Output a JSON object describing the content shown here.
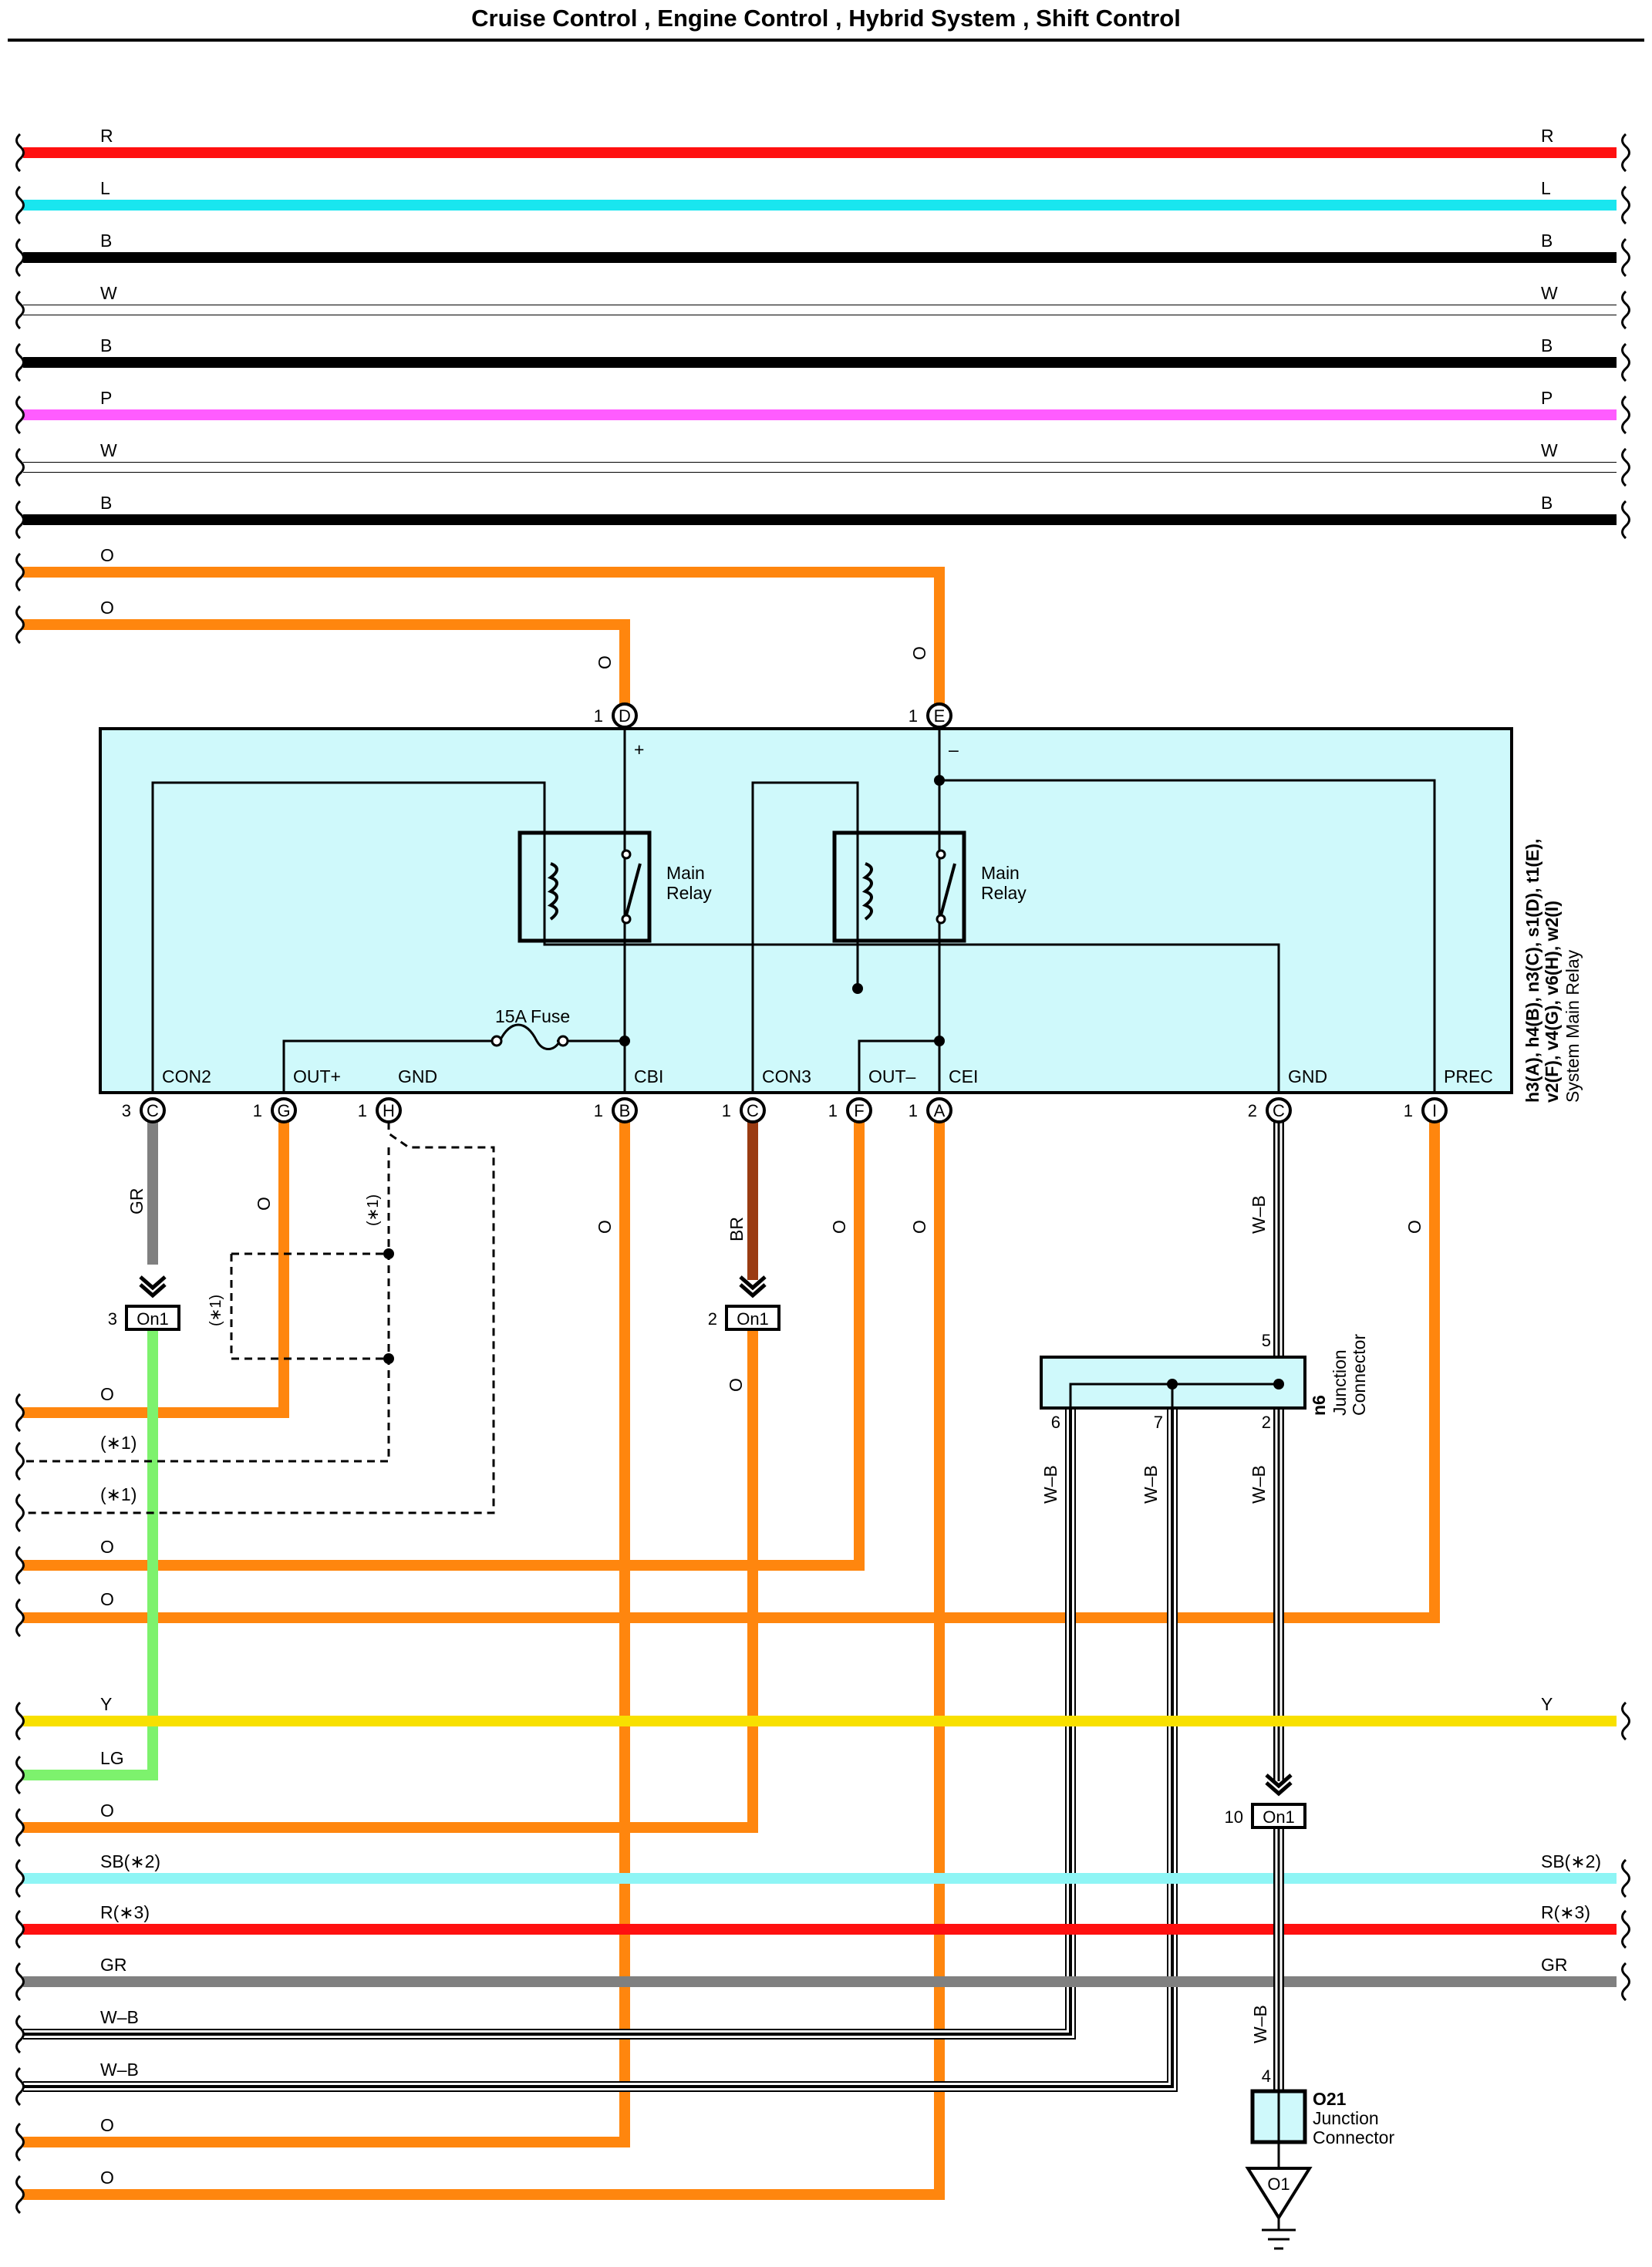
{
  "title": "Cruise Control , Engine Control , Hybrid System , Shift Control",
  "colors": {
    "R": "#ff1010",
    "L": "#19e6ef",
    "B": "#000000",
    "W": "#ffffff",
    "P": "#ff5cff",
    "O": "#ff860e",
    "Y": "#f8e000",
    "LG": "#7df26d",
    "SB": "#8ef5f5",
    "GR": "#808080",
    "BR": "#9a3b12",
    "relay_fill": "#cff9fb",
    "junction_fill": "#cff9fb"
  },
  "top_wires": [
    {
      "label_left": "R",
      "label_right": "R",
      "color": "R"
    },
    {
      "label_left": "L",
      "label_right": "L",
      "color": "L"
    },
    {
      "label_left": "B",
      "label_right": "B",
      "color": "B"
    },
    {
      "label_left": "W",
      "label_right": "W",
      "color": "W"
    },
    {
      "label_left": "B",
      "label_right": "B",
      "color": "B"
    },
    {
      "label_left": "P",
      "label_right": "P",
      "color": "P"
    },
    {
      "label_left": "W",
      "label_right": "W",
      "color": "W"
    },
    {
      "label_left": "B",
      "label_right": "B",
      "color": "B"
    },
    {
      "label_left": "O",
      "color": "O"
    },
    {
      "label_left": "O",
      "color": "O"
    }
  ],
  "relay": {
    "title": "System Main Relay",
    "connectors": "h3(A), h4(B), n3(C), s1(D), t1(E),",
    "connectors2": "v2(F), v4(G), v6(H), w2(I)",
    "main_relay_1": [
      "Main",
      "Relay"
    ],
    "main_relay_2": [
      "Main",
      "Relay"
    ],
    "fuse": "15A Fuse",
    "plus": "+",
    "minus": "–",
    "top_pins": [
      {
        "num": "1",
        "letter": "D",
        "wire": "O"
      },
      {
        "num": "1",
        "letter": "E",
        "wire": "O"
      }
    ],
    "bottom_pins": [
      {
        "num": "3",
        "letter": "C",
        "label": "CON2",
        "wire": "GR"
      },
      {
        "num": "1",
        "letter": "G",
        "label": "OUT+",
        "wire": "O"
      },
      {
        "num": "1",
        "letter": "H",
        "label": "GND",
        "wire": "(∗1)"
      },
      {
        "num": "1",
        "letter": "B",
        "label": "CBI",
        "wire": "O"
      },
      {
        "num": "1",
        "letter": "C",
        "label": "CON3",
        "wire": "BR"
      },
      {
        "num": "1",
        "letter": "F",
        "label": "OUT–",
        "wire": "O"
      },
      {
        "num": "1",
        "letter": "A",
        "label": "CEI",
        "wire": "O"
      },
      {
        "num": "2",
        "letter": "C",
        "label": "GND",
        "wire": "W–B"
      },
      {
        "num": "1",
        "letter": "I",
        "label": "PREC",
        "wire": "O"
      }
    ]
  },
  "on1": {
    "name": "On1",
    "pin_a": "3",
    "pin_b": "2",
    "pin_c": "10"
  },
  "dashed_label": "(∗1)",
  "junction_n6": {
    "id": "n6",
    "line1": "Junction",
    "line2": "Connector",
    "pins": [
      "5",
      "6",
      "7",
      "2"
    ]
  },
  "junction_o21": {
    "id": "O21",
    "line1": "Junction",
    "line2": "Connector",
    "pin": "4"
  },
  "ground": {
    "name": "O1"
  },
  "wire_labels": {
    "wb": "W–B",
    "o": "O",
    "gr": "GR",
    "br": "BR"
  },
  "mid_wires": [
    {
      "label": "O"
    },
    {
      "label": "(∗1)"
    },
    {
      "label": "(∗1)"
    },
    {
      "label": "O"
    },
    {
      "label": "O"
    }
  ],
  "bottom_wires": [
    {
      "label_left": "Y",
      "label_right": "Y",
      "color": "Y"
    },
    {
      "label_left": "LG",
      "color": "LG"
    },
    {
      "label_left": "O",
      "color": "O"
    },
    {
      "label_left": "SB(∗2)",
      "label_right": "SB(∗2)",
      "color": "SB"
    },
    {
      "label_left": "R(∗3)",
      "label_right": "R(∗3)",
      "color": "R"
    },
    {
      "label_left": "GR",
      "label_right": "GR",
      "color": "GR"
    },
    {
      "label_left": "W–B",
      "color": "WB"
    },
    {
      "label_left": "W–B",
      "color": "WB"
    },
    {
      "label_left": "O",
      "color": "O"
    },
    {
      "label_left": "O",
      "color": "O"
    }
  ]
}
